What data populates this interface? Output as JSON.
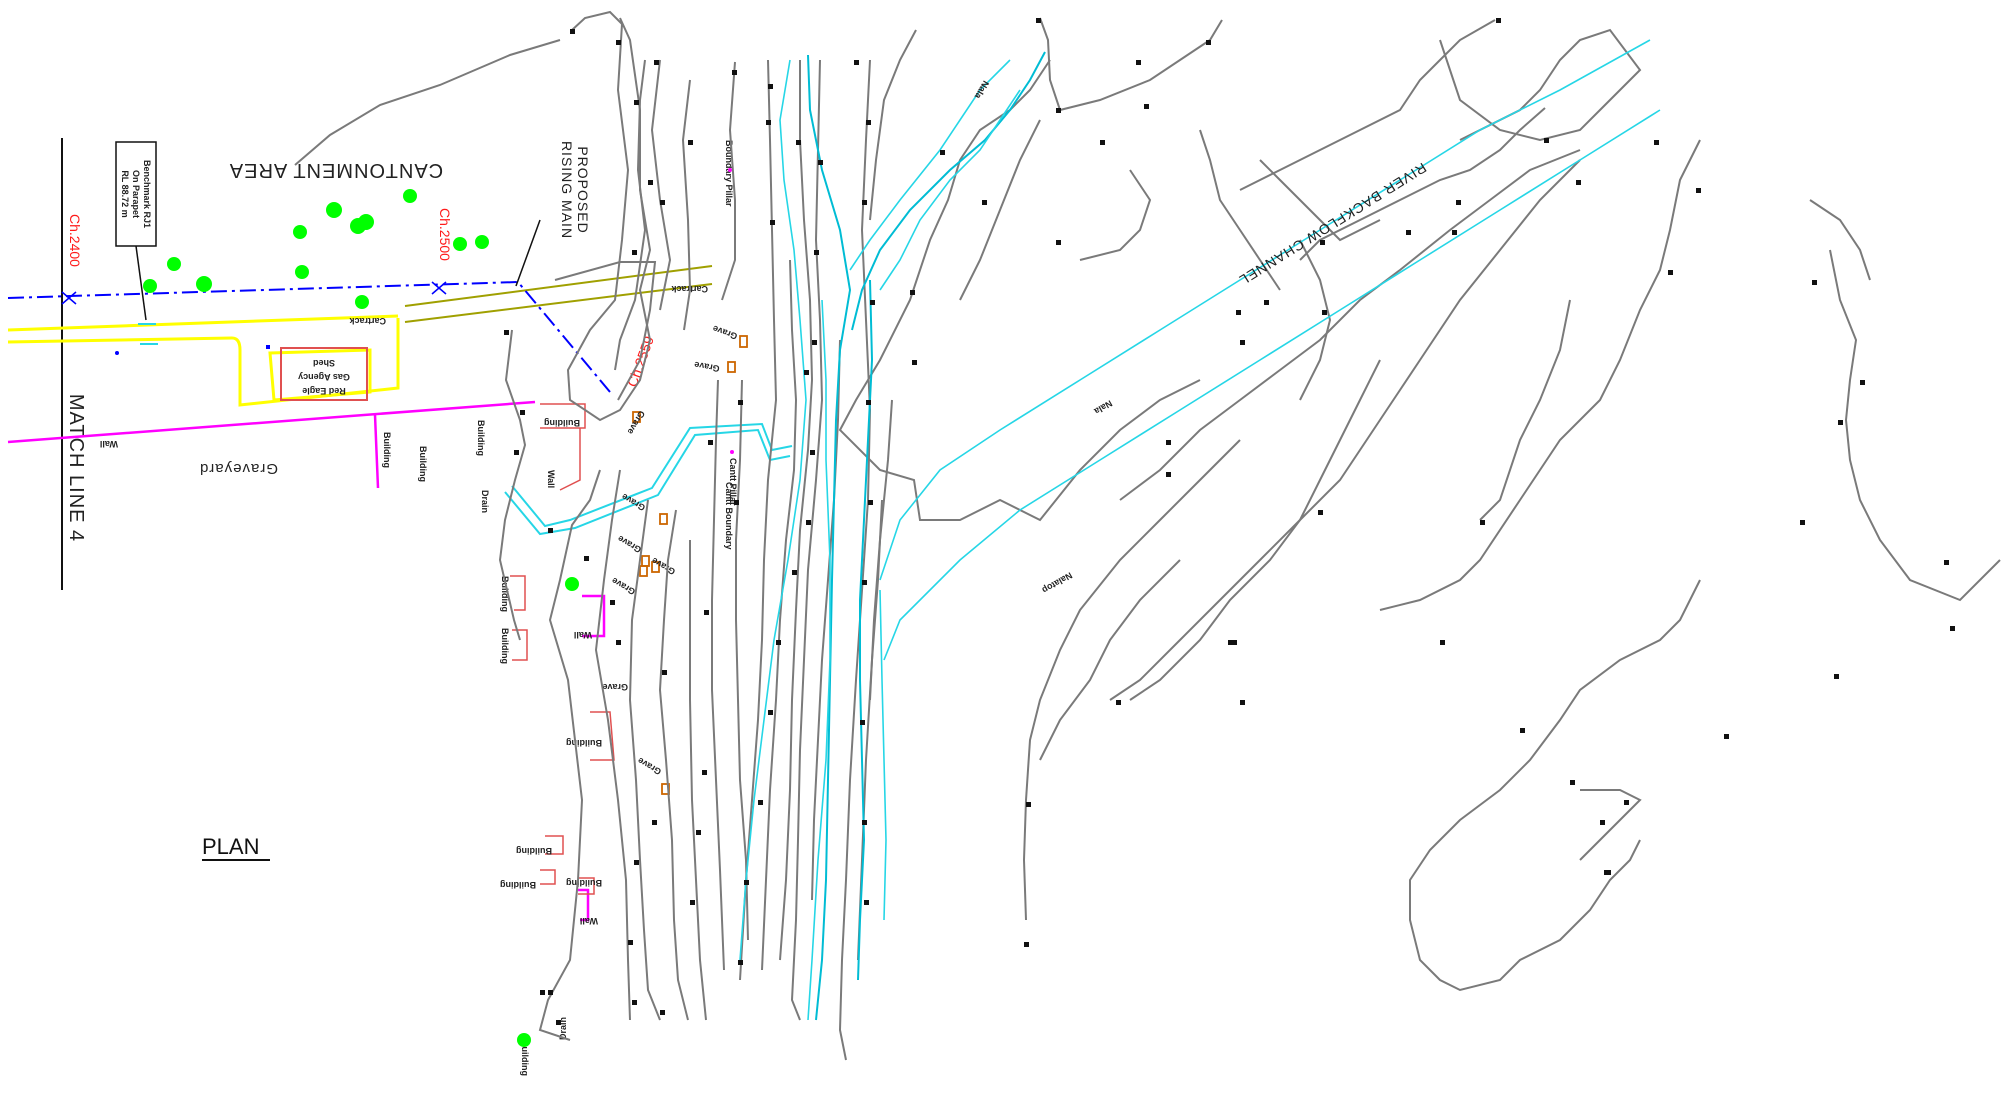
{
  "title": "PLAN",
  "match_line": "MATCH LINE 4",
  "area_label": "CANTONMENT  AREA",
  "river_label": "RIVER BACKFLOW CHANNEL",
  "rising_main": "PROPOSED RISING MAIN",
  "benchmark": [
    "Benchmark RJ1",
    "On Parapet",
    "RL 88.72 m"
  ],
  "chainages": [
    "Ch.2400",
    "Ch.2500",
    "Ch.2559"
  ],
  "labels": {
    "red_eagle_1": "Red Eagle",
    "red_eagle_2": "Gas Agency",
    "red_eagle_3": "Shed",
    "graveyard": "Graveyard",
    "wall": "Wall",
    "building": "Building",
    "grave": "Grave",
    "drain": "Drain",
    "cartrack": "Cartrack",
    "boundary_pillar": "Boundary Pillar",
    "cantt_boundary": "Cantt Boundary",
    "cantt_pillar": "Cantt Pillar",
    "nala": "Nala",
    "nalatop": "Nalatop"
  },
  "colors": {
    "contour": "#7a7a7a",
    "water": "#00bcd4",
    "road": "#ffff00",
    "wall": "#ff00ff",
    "chainage": "#ff1a1a",
    "alignment": "#0000ff",
    "tree": "#00ff00",
    "grave": "#cc6600",
    "building": "#e05050",
    "cartrack": "#a0a000"
  }
}
